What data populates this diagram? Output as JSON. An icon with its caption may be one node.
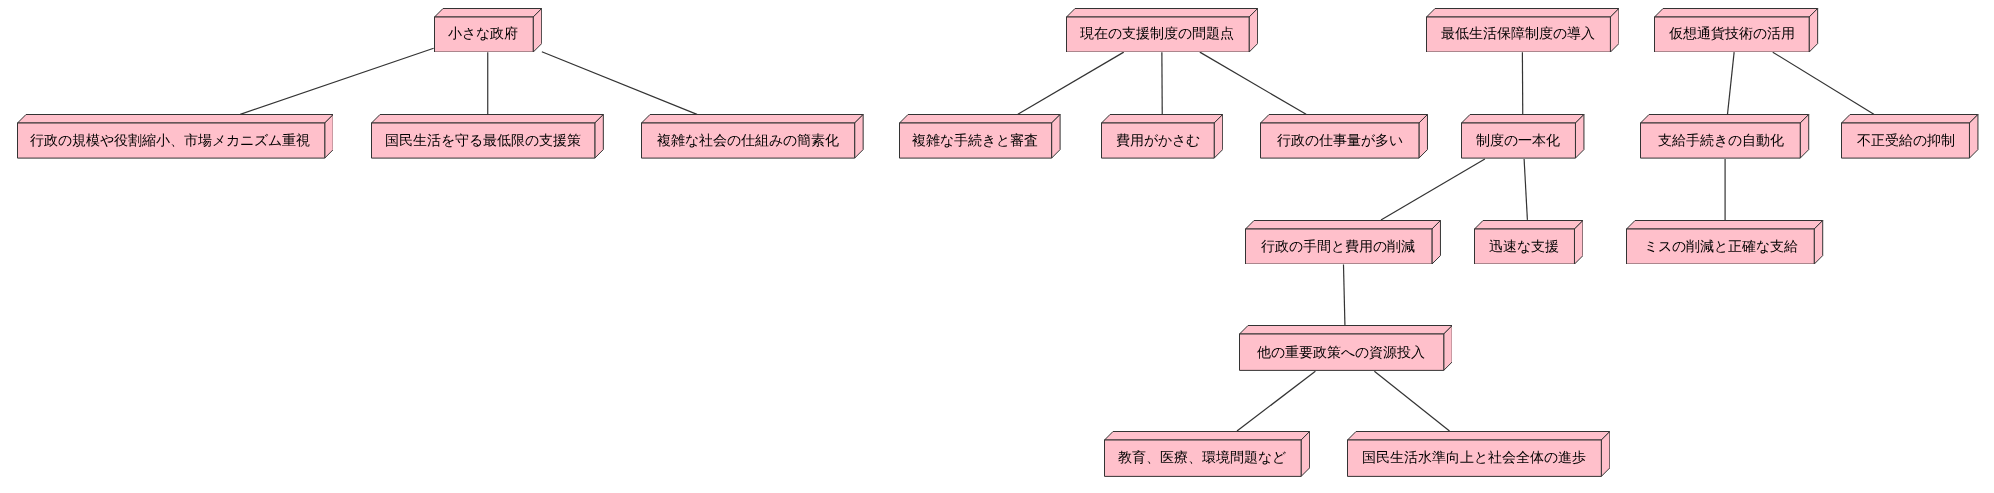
{
  "diagram": {
    "nodes": [
      {
        "text": [
          "小さな政府"
        ]
      },
      {
        "text": [
          "行政の規模や役割縮小、市場メカニズム重視"
        ]
      },
      {
        "text": [
          "国民生活を守る最低限の支援策"
        ]
      },
      {
        "text": [
          "複雑な社会の仕組みの簡素化"
        ]
      },
      {
        "text": [
          "現在の支援制度の問題点"
        ]
      },
      {
        "text": [
          "複雑な手続きと審査"
        ]
      },
      {
        "text": [
          "費用がかさむ"
        ]
      },
      {
        "text": [
          "行政の仕事量が多い"
        ]
      },
      {
        "text": [
          "最低生活保障制度の導入"
        ]
      },
      {
        "text": [
          "制度の一本化"
        ]
      },
      {
        "text": [
          "行政の手間と費用の削減"
        ]
      },
      {
        "text": [
          "迅速な支援"
        ]
      },
      {
        "text": [
          "他の重要政策への資源投入"
        ]
      },
      {
        "text": [
          "教育、医療、環境問題など"
        ]
      },
      {
        "text": [
          "国民生活水準向上と社会全体の進歩"
        ]
      },
      {
        "text": [
          "仮想通貨技術の活用"
        ]
      },
      {
        "text": [
          "支給手続きの自動化"
        ]
      },
      {
        "text": [
          "不正受給の抑制"
        ]
      },
      {
        "text": [
          "ミスの削減と正確な支給"
        ]
      }
    ],
    "edges": [
      {
        "from": 0,
        "to": 1,
        "arrow": "none"
      },
      {
        "from": 0,
        "to": 2,
        "arrow": "none"
      },
      {
        "from": 0,
        "to": 3,
        "arrow": "none"
      },
      {
        "from": 4,
        "to": 5,
        "arrow": "none"
      },
      {
        "from": 4,
        "to": 6,
        "arrow": "none"
      },
      {
        "from": 4,
        "to": 7,
        "arrow": "none"
      },
      {
        "from": 8,
        "to": 9,
        "arrow": "none"
      },
      {
        "from": 9,
        "to": 10,
        "arrow": "none"
      },
      {
        "from": 9,
        "to": 11,
        "arrow": "none"
      },
      {
        "from": 10,
        "to": 12,
        "arrow": "none"
      },
      {
        "from": 12,
        "to": 13,
        "arrow": "none"
      },
      {
        "from": 12,
        "to": 14,
        "arrow": "none"
      },
      {
        "from": 15,
        "to": 16,
        "arrow": "none"
      },
      {
        "from": 15,
        "to": 17,
        "arrow": "none"
      },
      {
        "from": 16,
        "to": 18,
        "arrow": "none"
      }
    ]
  }
}
